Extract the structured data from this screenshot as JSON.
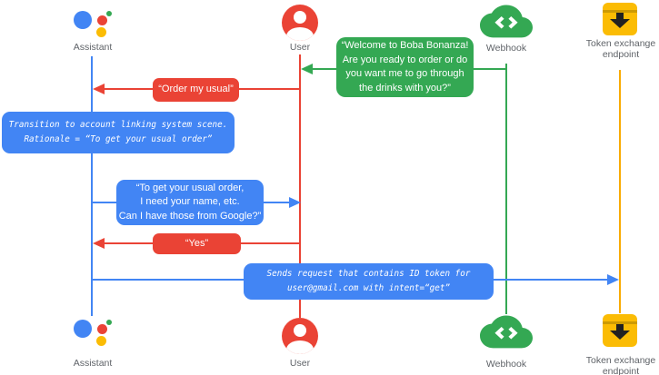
{
  "colors": {
    "blue": "#4285F4",
    "red": "#EA4335",
    "green": "#34A853",
    "yellow": "#F9AB00",
    "label_gray": "#5F6368"
  },
  "actors": {
    "assistant": {
      "label": "Assistant",
      "icon": "google-assistant-icon",
      "color": "#4285F4"
    },
    "user": {
      "label": "User",
      "icon": "user-icon",
      "color": "#EA4335"
    },
    "webhook": {
      "label": "Webhook",
      "icon": "webhook-cloud-icon",
      "color": "#34A853"
    },
    "token_endpoint": {
      "label": "Token exchange endpoint",
      "icon": "token-endpoint-icon",
      "color": "#F9AB00"
    }
  },
  "messages": {
    "welcome": {
      "from": "webhook",
      "to": "user",
      "kind": "speech-bubble",
      "lines": [
        "“Welcome to Boba Bonanza!",
        "Are you ready to order or do",
        "you want me to go through",
        "the drinks with you?”"
      ]
    },
    "order": {
      "from": "user",
      "to": "assistant",
      "kind": "speech-bubble",
      "lines": [
        "“Order my usual”"
      ]
    },
    "transition": {
      "on": "assistant",
      "kind": "system-note",
      "lines": [
        "Transition to account linking system scene.",
        "Rationale = “To get your usual order”"
      ]
    },
    "ask": {
      "from": "assistant",
      "to": "user",
      "kind": "speech-bubble",
      "lines": [
        "“To get your usual order,",
        "I need your name, etc.",
        "Can I have those from Google?”"
      ]
    },
    "yes": {
      "from": "user",
      "to": "assistant",
      "kind": "speech-bubble",
      "lines": [
        "“Yes”"
      ]
    },
    "send": {
      "from": "assistant",
      "to": "token_endpoint",
      "kind": "system-note",
      "lines": [
        "Sends request that contains ID token for",
        "user@gmail.com with intent=“get”"
      ]
    }
  }
}
